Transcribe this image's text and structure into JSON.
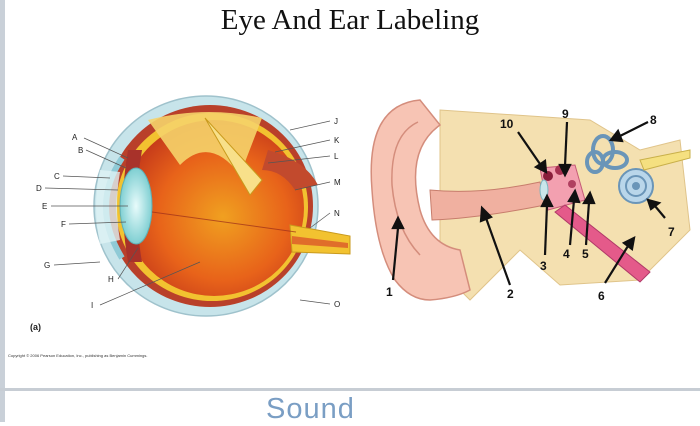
{
  "slide": {
    "title": "Eye And Ear Labeling",
    "next_slide_title_partial": "Sound"
  },
  "eye_figure": {
    "panel_label": "(a)",
    "copyright": "Copyright © 2006 Pearson Education, Inc., publishing as Benjamin Cummings.",
    "labels": [
      "A",
      "B",
      "C",
      "D",
      "E",
      "F",
      "G",
      "H",
      "I",
      "J",
      "K",
      "L",
      "M",
      "N",
      "O"
    ]
  },
  "ear_figure": {
    "labels": [
      "1",
      "2",
      "3",
      "4",
      "5",
      "6",
      "7",
      "8",
      "9",
      "10"
    ]
  },
  "colors": {
    "title_text": "#111111",
    "next_slide_text": "#7a9ec4",
    "divider": "#c7cdd4"
  }
}
